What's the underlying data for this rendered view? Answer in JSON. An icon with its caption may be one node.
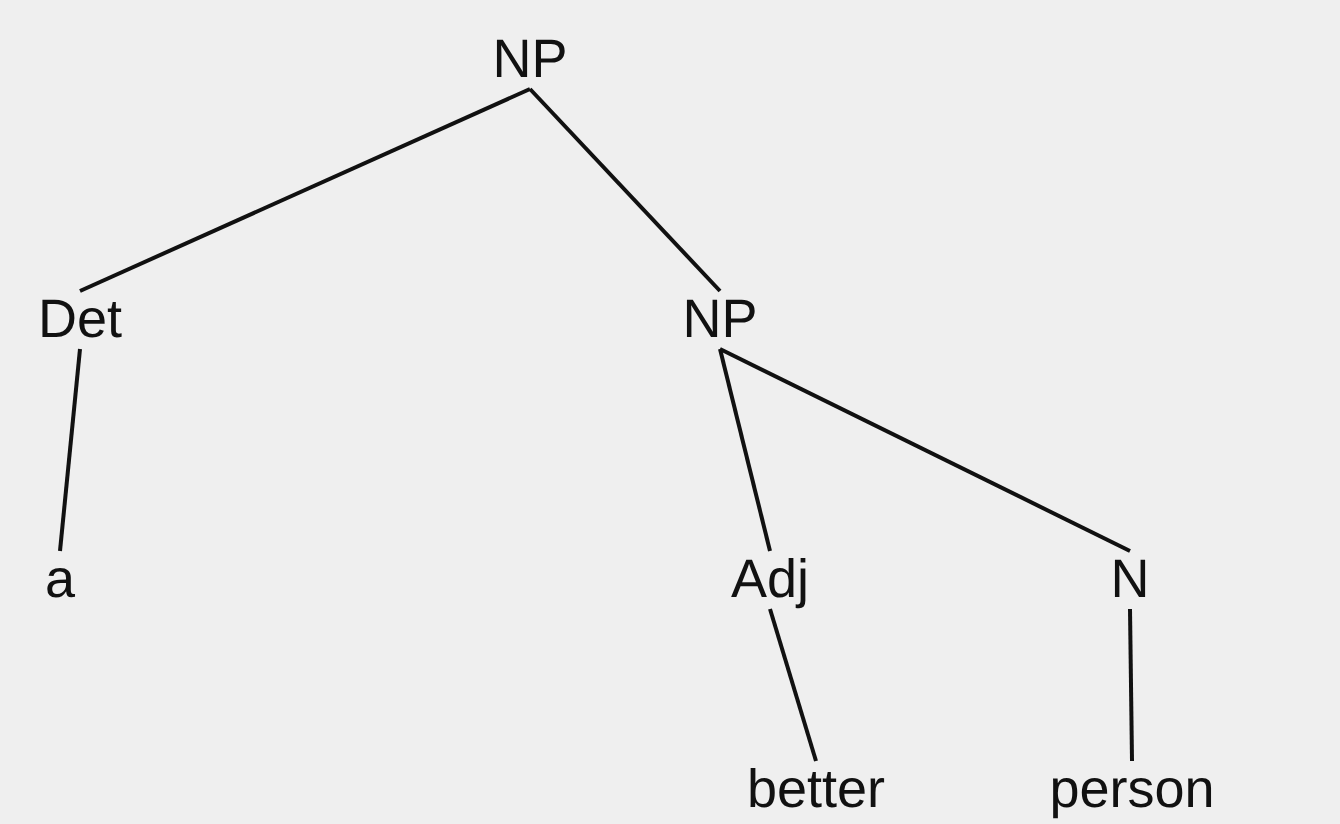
{
  "diagram": {
    "nodes": [
      {
        "text": [
          "NP"
        ]
      },
      {
        "text": [
          "Det"
        ]
      },
      {
        "text": [
          "NP"
        ]
      },
      {
        "text": [
          "a"
        ]
      },
      {
        "text": [
          "Adj"
        ]
      },
      {
        "text": [
          "N"
        ]
      },
      {
        "text": [
          "better"
        ]
      },
      {
        "text": [
          "person"
        ]
      }
    ],
    "edges": [
      {
        "from": 0,
        "to": 1,
        "arrow": "none"
      },
      {
        "from": 0,
        "to": 2,
        "arrow": "none"
      },
      {
        "from": 1,
        "to": 3,
        "arrow": "none"
      },
      {
        "from": 2,
        "to": 4,
        "arrow": "none"
      },
      {
        "from": 2,
        "to": 5,
        "arrow": "none"
      },
      {
        "from": 4,
        "to": 6,
        "arrow": "none"
      },
      {
        "from": 5,
        "to": 7,
        "arrow": "none"
      }
    ]
  }
}
